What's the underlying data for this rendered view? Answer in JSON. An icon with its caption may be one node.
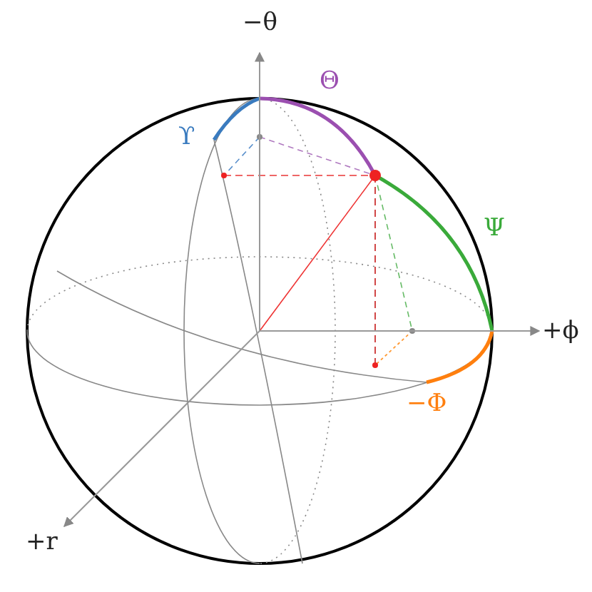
{
  "diagram": {
    "labels": [
      "−θ",
      "Θ",
      "ϒ",
      "Ψ",
      "+ϕ",
      "−Φ",
      "+r"
    ]
  }
}
